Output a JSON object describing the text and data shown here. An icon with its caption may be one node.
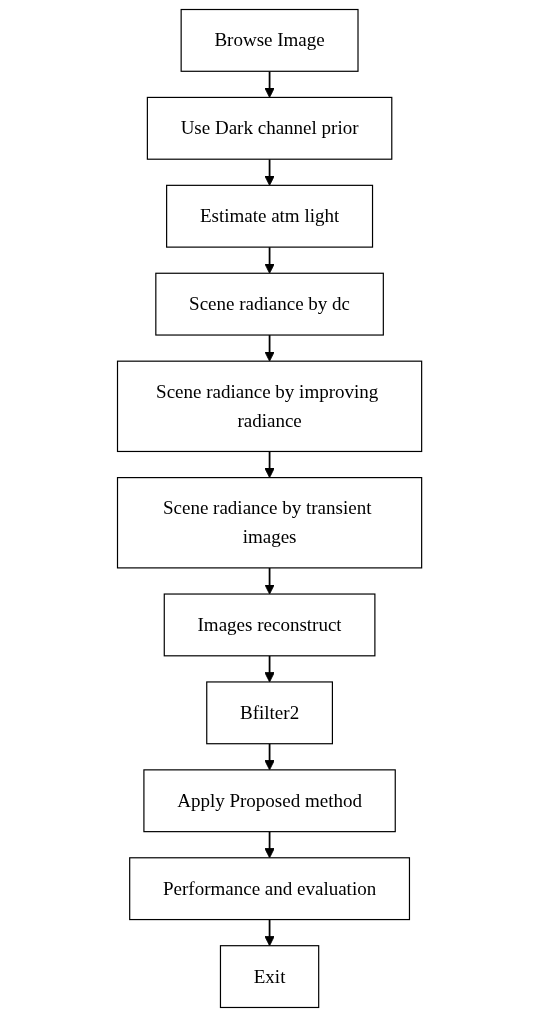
{
  "diagram": {
    "nodes": [
      {
        "text": [
          "Browse Image"
        ]
      },
      {
        "text": [
          "Use Dark channel prior"
        ]
      },
      {
        "text": [
          "Estimate atm light"
        ]
      },
      {
        "text": [
          "Scene radiance by dc"
        ]
      },
      {
        "text": [
          "Scene radiance by improving radiance"
        ]
      },
      {
        "text": [
          "Scene radiance by transient images"
        ]
      },
      {
        "text": [
          "Images reconstruct"
        ]
      },
      {
        "text": [
          "Bfilter2"
        ]
      },
      {
        "text": [
          "Apply Proposed method"
        ]
      },
      {
        "text": [
          "Performance and evaluation"
        ]
      },
      {
        "text": [
          "Exit"
        ]
      }
    ],
    "edges": [
      {
        "from": 0,
        "to": 1,
        "arrow": "to"
      },
      {
        "from": 1,
        "to": 2,
        "arrow": "to"
      },
      {
        "from": 2,
        "to": 3,
        "arrow": "to"
      },
      {
        "from": 3,
        "to": 4,
        "arrow": "to"
      },
      {
        "from": 4,
        "to": 5,
        "arrow": "to"
      },
      {
        "from": 5,
        "to": 6,
        "arrow": "to"
      },
      {
        "from": 6,
        "to": 7,
        "arrow": "to"
      },
      {
        "from": 7,
        "to": 8,
        "arrow": "to"
      },
      {
        "from": 8,
        "to": 9,
        "arrow": "to"
      },
      {
        "from": 9,
        "to": 10,
        "arrow": "to"
      }
    ]
  }
}
